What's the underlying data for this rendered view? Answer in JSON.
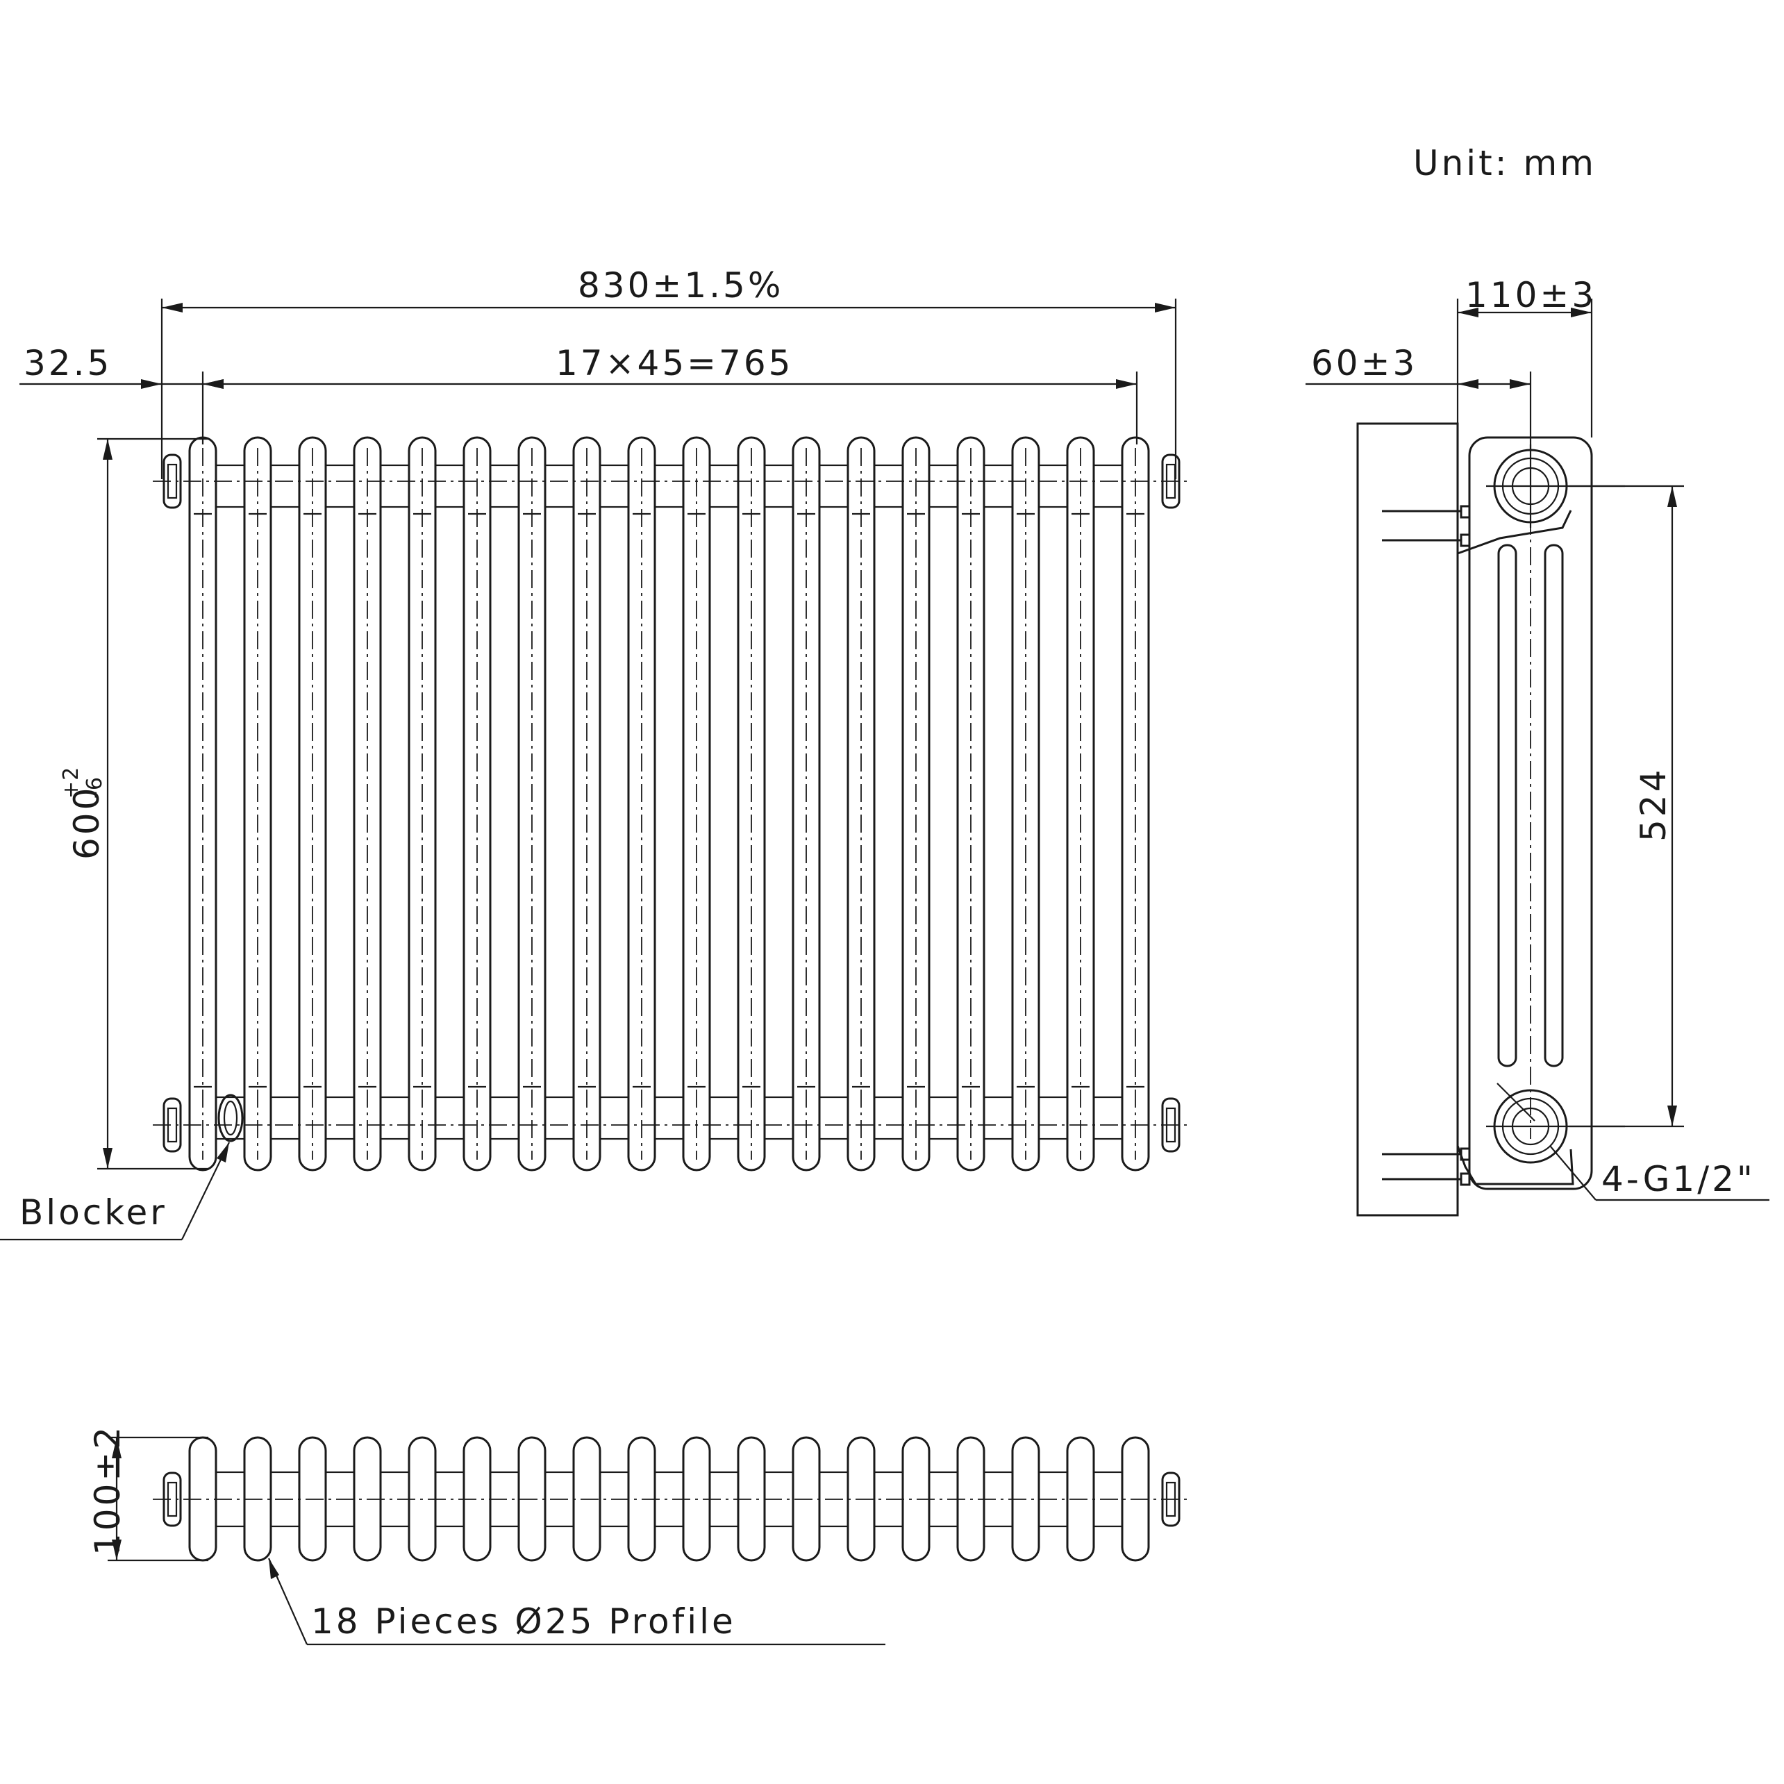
{
  "unit_note": "Unit: mm",
  "front_view": {
    "overall_width": "830±1.5%",
    "pitch_span": "17×45=765",
    "end_offset": "32.5",
    "height_base": "600",
    "height_tol_plus": "+2",
    "height_tol_minus": "-6",
    "blocker_label": "Blocker"
  },
  "side_view": {
    "depth": "110±3",
    "wall_offset": "60±3",
    "connection_centres": "524",
    "connection_label": "4-G1/2\""
  },
  "top_view": {
    "depth": "100±2",
    "profile_label": "18 Pieces Ø25 Profile"
  },
  "columns": 18
}
